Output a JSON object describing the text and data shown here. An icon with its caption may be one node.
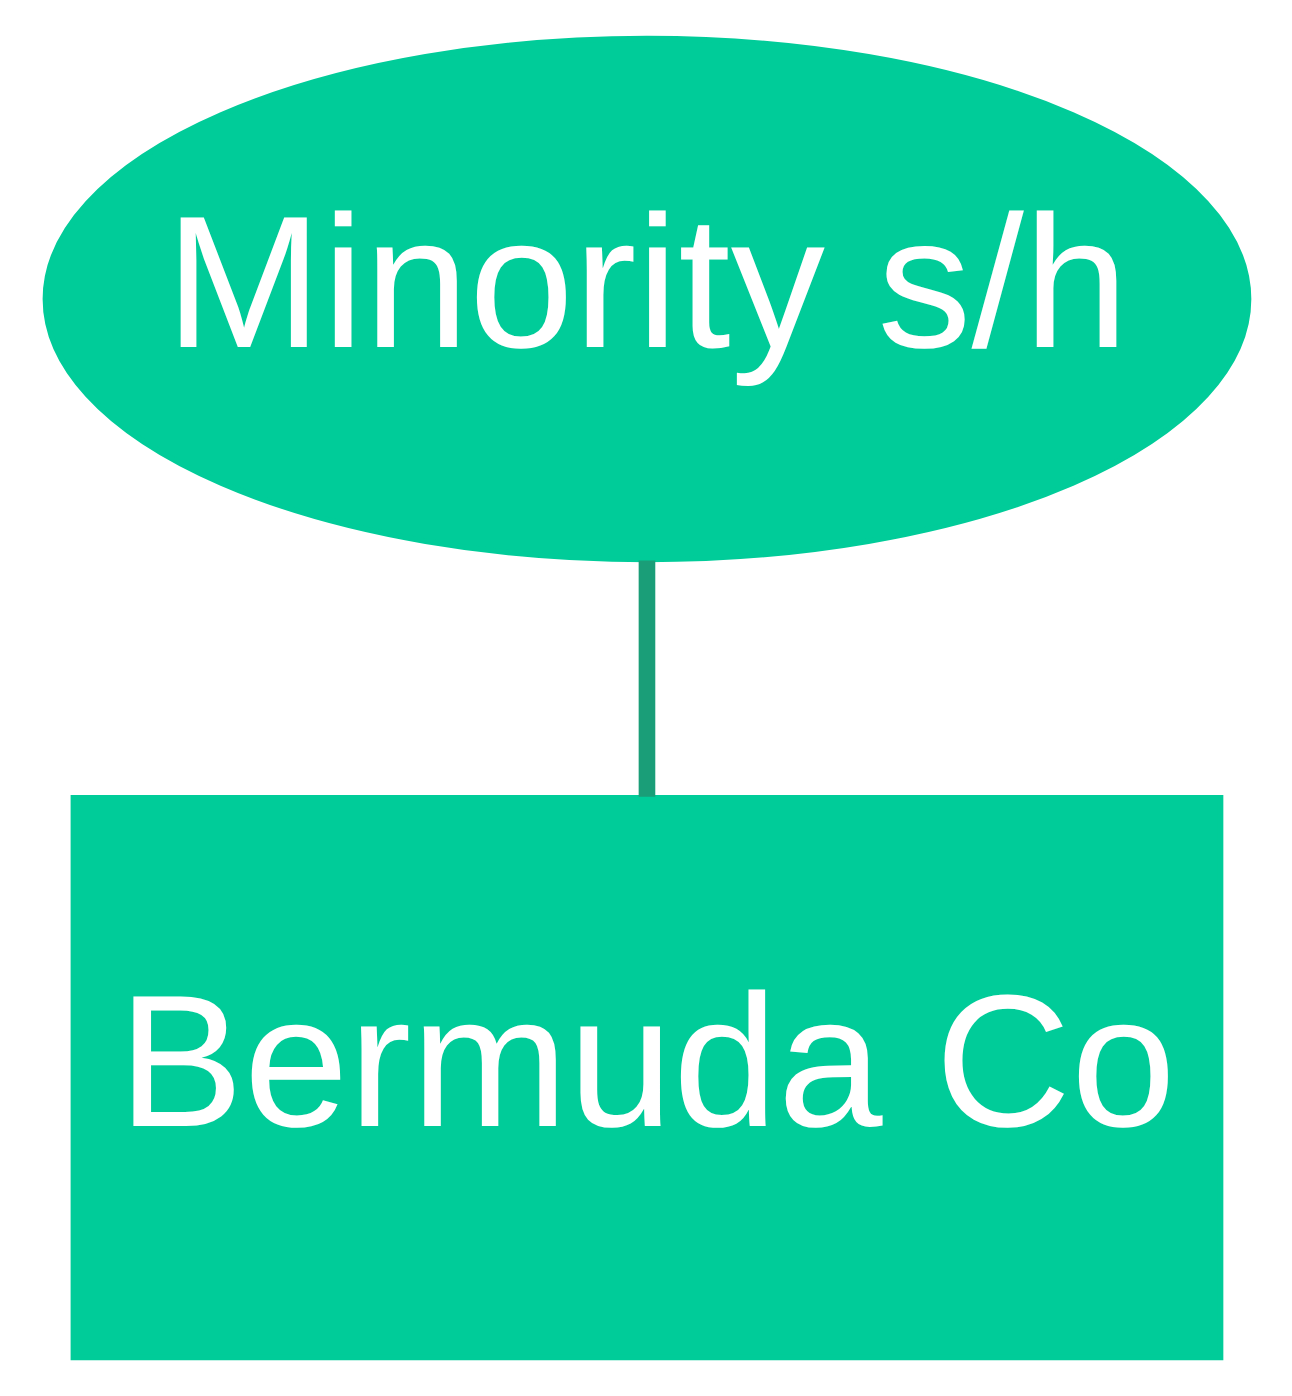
{
  "diagram": {
    "nodes": [
      {
        "text": [
          "Minority s/h"
        ]
      },
      {
        "text": [
          "Bermuda Co"
        ]
      }
    ],
    "edges": [
      {
        "from": 0,
        "to": 1,
        "arrow": "none"
      }
    ]
  }
}
